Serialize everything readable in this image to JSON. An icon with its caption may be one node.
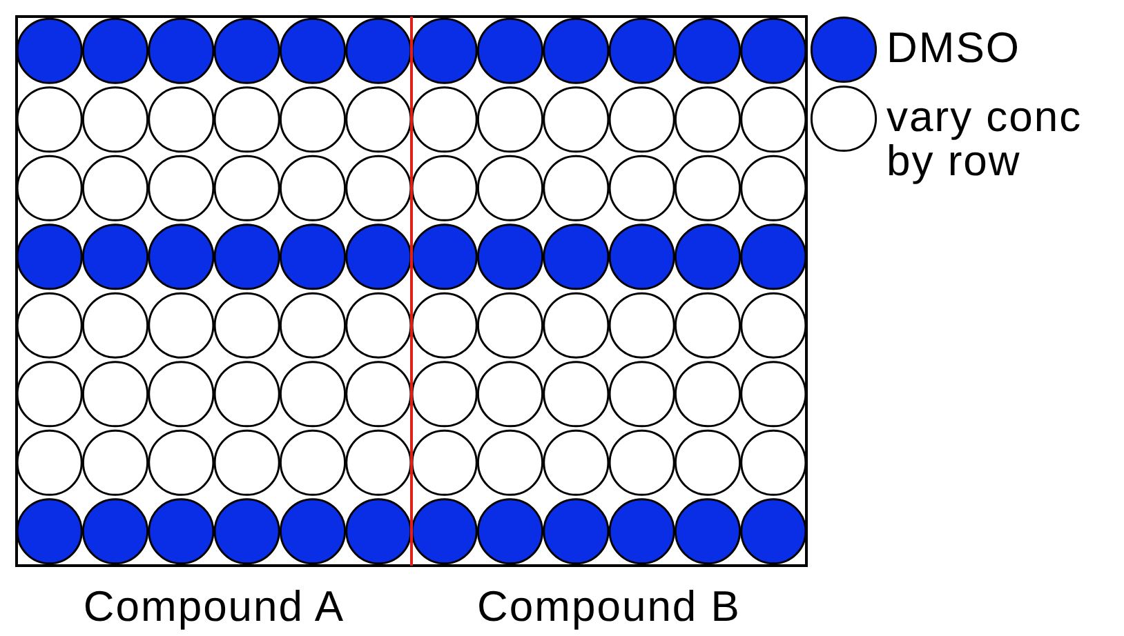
{
  "diagram": {
    "labels": [
      "Compound A",
      "Compound B"
    ],
    "legend": [
      {
        "text": "DMSO",
        "color": "#0a2ee6"
      },
      {
        "text": "vary conc by row",
        "color": "#ffffff"
      }
    ]
  }
}
